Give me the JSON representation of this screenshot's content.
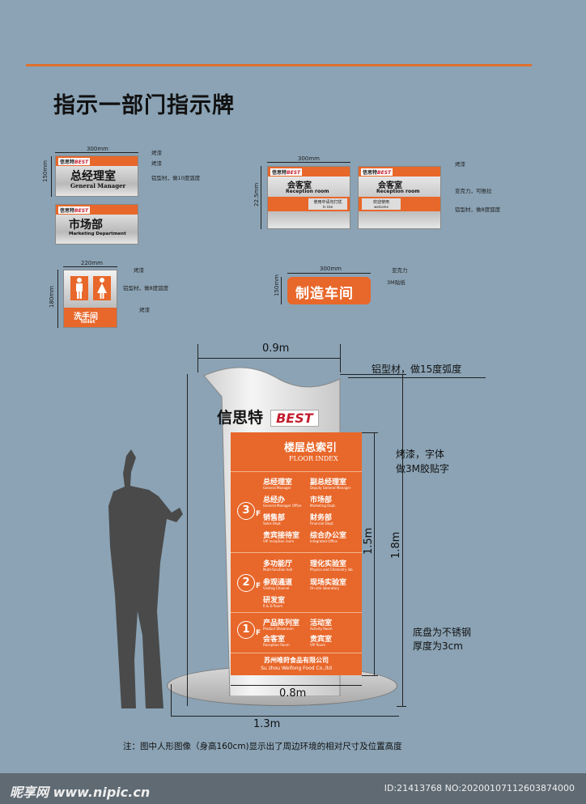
{
  "header": {
    "title": "指示一部门指示牌"
  },
  "sign_gm": {
    "width": "300mm",
    "height": "150mm",
    "cn": "总经理室",
    "en": "General Manager",
    "note_top": "烤漆",
    "note_mid": "烤漆",
    "note_side": "铝型材，做10度弧度"
  },
  "sign_market": {
    "cn": "市场部",
    "en": "Marketing Department"
  },
  "sign_toilet": {
    "width": "220mm",
    "height": "180mm",
    "cn": "洗手间",
    "en": "Toilet",
    "note_top": "烤漆",
    "note_mid": "铝型材，做8度弧度",
    "note_bottom": "烤漆"
  },
  "sign_reception": {
    "width": "300mm",
    "height": "22.5mm",
    "left": {
      "cn": "会客室",
      "en": "Reception room",
      "status_cn": "使用中请勿打扰",
      "status_en": "In Use"
    },
    "right": {
      "cn": "会客室",
      "en": "Reception room",
      "status_cn": "欢迎使用",
      "status_en": "welcome"
    },
    "note_top": "烤漆",
    "note_mid": "亚克力，可推拉",
    "note_bottom": "铝型材，做8度弧度"
  },
  "sign_workshop": {
    "width": "300mm",
    "height": "150mm",
    "cn": "制造车间",
    "note_top": "亚克力",
    "note_mid": "3M贴纸"
  },
  "logo": {
    "cn": "信思特",
    "en": "BEST"
  },
  "floor_index": {
    "title_cn": "楼层总索引",
    "title_en": "FLOOR INDEX",
    "floors": [
      {
        "num": "3",
        "suffix": "F",
        "items": [
          {
            "cn": "总经理室",
            "en": "General Manager"
          },
          {
            "cn": "副总经理室",
            "en": "Deputy General Manager"
          },
          {
            "cn": "总经办",
            "en": "General Manager Office"
          },
          {
            "cn": "市场部",
            "en": "Marketing Dept."
          },
          {
            "cn": "销售部",
            "en": "Sales Dept."
          },
          {
            "cn": "财务部",
            "en": "Financial Dept."
          },
          {
            "cn": "贵宾接待室",
            "en": "VIP reception room"
          },
          {
            "cn": "综合办公室",
            "en": "Integrated Office"
          }
        ]
      },
      {
        "num": "2",
        "suffix": "F",
        "items": [
          {
            "cn": "多功能厅",
            "en": "Multi-function hall"
          },
          {
            "cn": "理化实验室",
            "en": "Physics and Chemistry lab"
          },
          {
            "cn": "参观通道",
            "en": "Visiting Channel"
          },
          {
            "cn": "现场实验室",
            "en": "On-site laboratory"
          },
          {
            "cn": "研发室",
            "en": "R & D Room"
          }
        ]
      },
      {
        "num": "1",
        "suffix": "F",
        "items": [
          {
            "cn": "产品陈列室",
            "en": "Product Showroom"
          },
          {
            "cn": "活动室",
            "en": "Activity Room"
          },
          {
            "cn": "会客室",
            "en": "Reception Room"
          },
          {
            "cn": "贵宾室",
            "en": "VIP Room"
          }
        ]
      }
    ],
    "company_cn": "苏州唯莳食品有限公司",
    "company_en": "Su zhou Weifong Food Co.,ltd"
  },
  "dimensions": {
    "top_width": "0.9m",
    "panel_height": "1.5m",
    "total_height": "1.8m",
    "inner_width": "0.8m",
    "base_width": "1.3m"
  },
  "callouts": {
    "top": "铝型材，做15度弧度",
    "paint_1": "烤漆，字体",
    "paint_2": "做3M胶贴字",
    "base_1": "底盘为不锈钢",
    "base_2": "厚度为3cm"
  },
  "footnote": "注：图中人形图像（身高160cm)显示出了周边环境的相对尺寸及位置高度",
  "watermark": {
    "left": "昵享网 www.nipic.cn",
    "right": "ID:21413768 NO:20200107112603874000"
  },
  "colors": {
    "background": "#8ba3b5",
    "accent": "#e8672a",
    "rule": "#e0702e"
  }
}
